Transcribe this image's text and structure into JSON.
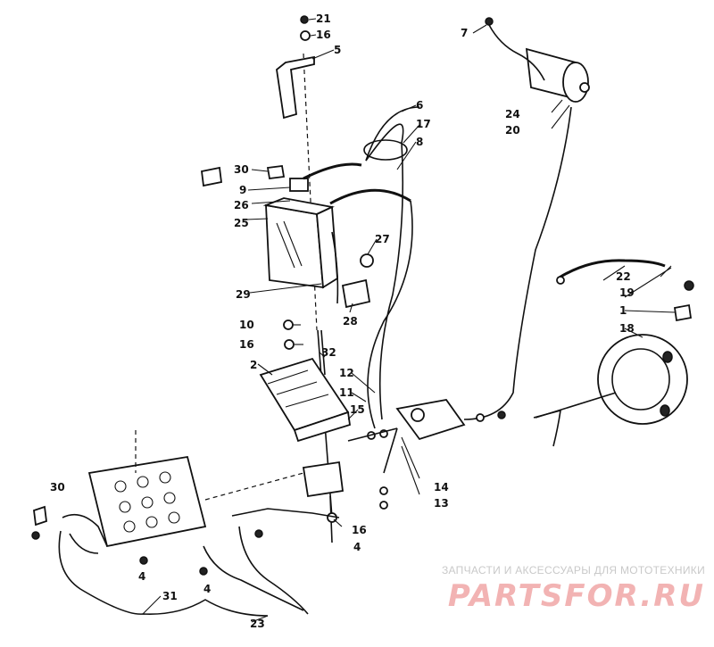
{
  "labels": [
    "1",
    "2",
    "4",
    "4",
    "4",
    "5",
    "6",
    "7",
    "8",
    "9",
    "10",
    "11",
    "12",
    "13",
    "14",
    "15",
    "16",
    "16",
    "16",
    "17",
    "18",
    "19",
    "20",
    "21",
    "22",
    "23",
    "24",
    "25",
    "26",
    "27",
    "28",
    "29",
    "30",
    "30",
    "31",
    "32"
  ],
  "watermark": {
    "caption": "ЗАПЧАСТИ И АКСЕССУАРЫ ДЛЯ МОТОТЕХНИКИ",
    "brand": "PARTSFOR.RU"
  },
  "colors": {
    "ink": "#111111",
    "watermark_caption": "#c9c9c9",
    "watermark_brand": "#f2b3b3"
  }
}
